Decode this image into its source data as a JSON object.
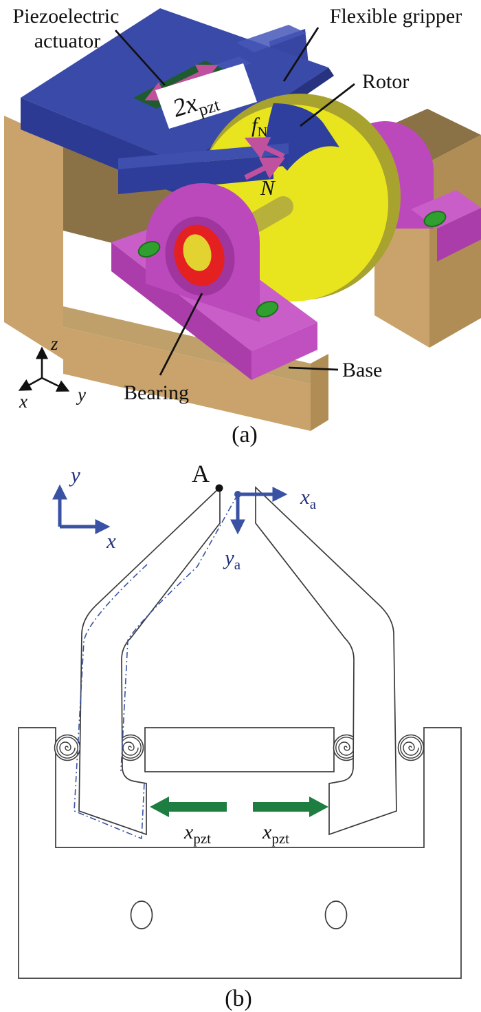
{
  "panel_a": {
    "caption": "(a)",
    "labels": {
      "piezo_line1": "Piezoelectric",
      "piezo_line2": "actuator",
      "gripper": "Flexible gripper",
      "rotor": "Rotor",
      "bearing": "Bearing",
      "base": "Base",
      "stroke_main": "2x",
      "stroke_sub": "pzt",
      "friction_main": "f",
      "friction_sub": "N",
      "normal_force": "N",
      "axis_x": "x",
      "axis_y": "y",
      "axis_z": "z"
    },
    "colors": {
      "base_tan": "#c9a36b",
      "base_top": "#8a7146",
      "base_side": "#b08d55",
      "actuator_blue": "#2f3f9e",
      "actuator_top": "#3a4aa8",
      "actuator_front": "#2c3a94",
      "rotor_face": "#e8e51f",
      "rotor_rim": "#a8a22e",
      "shaft_olive": "#b7b13c",
      "bearing_body": "#bb49bb",
      "bearing_top": "#c95ec9",
      "bearing_front": "#ab3dab",
      "ring_red": "#e42020",
      "screw_green": "#2fa02f",
      "pzt_green": "#1e5c30",
      "arrow_pink": "#c0519f"
    }
  },
  "panel_b": {
    "caption": "(b)",
    "labels": {
      "point_a": "A",
      "axis_x": "x",
      "axis_y": "y",
      "xa_main": "x",
      "xa_sub": "a",
      "ya_main": "y",
      "ya_sub": "a",
      "xpzt_main": "x",
      "xpzt_sub": "pzt"
    },
    "colors": {
      "outline": "#3a3a3a",
      "deformed_blue": "#3952a3",
      "arrow_green": "#1e7d41"
    }
  }
}
